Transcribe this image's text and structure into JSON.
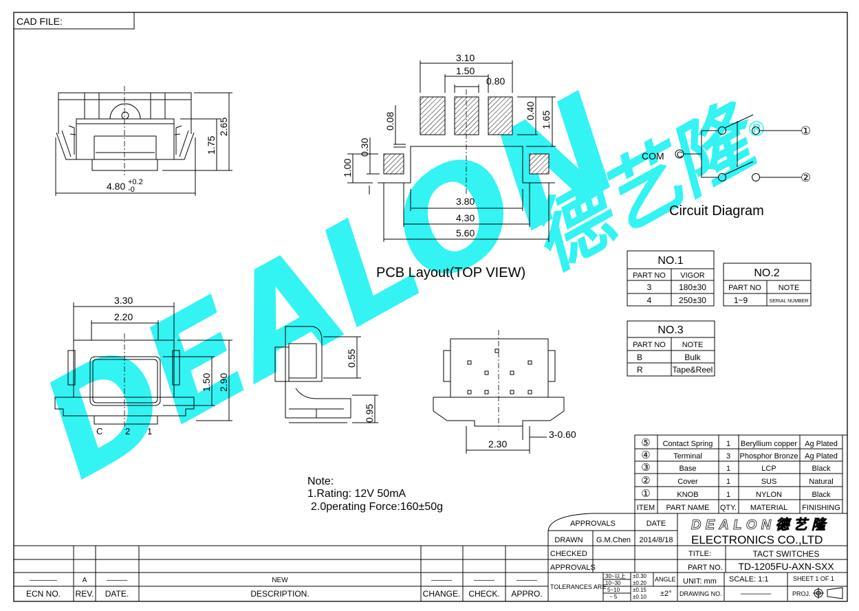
{
  "header": {
    "cad_file_label": "CAD FILE:"
  },
  "watermark": {
    "brand": "DEALON",
    "chinese": "德艺隆",
    "registered": "®",
    "color": "#33f3f3"
  },
  "side_view": {
    "dim_width": "4.80",
    "tol_plus": "+0.2",
    "tol_minus": "-0",
    "dim_height_total": "2.65",
    "dim_height_body": "1.75"
  },
  "pcb_layout": {
    "title": "PCB Layout(TOP VIEW)",
    "dims": {
      "d310": "3.10",
      "d150": "1.50",
      "d080": "0.80",
      "d040": "0.40",
      "d165": "1.65",
      "d008": "0.08",
      "d030": "0.30",
      "d100": "1.00",
      "d380": "3.80",
      "d430": "4.30",
      "d560": "5.60"
    }
  },
  "circuit": {
    "com_label": "COM",
    "com_symbol": "C",
    "terminal_1": "①",
    "terminal_2": "②",
    "title": "Circuit Diagram"
  },
  "front_view": {
    "dim_330": "3.30",
    "dim_220": "2.20",
    "dim_150": "1.50",
    "dim_290": "2.90",
    "pin_c": "C",
    "pin_2": "2",
    "pin_1": "1"
  },
  "middle_view": {
    "dim_055": "0.55",
    "dim_095": "0.95"
  },
  "right_view": {
    "dim_230": "2.30",
    "dim_pins": "3-0.60"
  },
  "note": {
    "title": "Note:",
    "line1": "1.Rating:  12V  50mA",
    "line2": "2.0perating Force:160±50g"
  },
  "table_no1": {
    "title": "NO.1",
    "headers": [
      "PART NO",
      "VIGOR"
    ],
    "rows": [
      [
        "3",
        "180±30"
      ],
      [
        "4",
        "250±30"
      ]
    ]
  },
  "table_no2": {
    "title": "NO.2",
    "headers": [
      "PART NO",
      "NOTE"
    ],
    "rows": [
      [
        "1~9",
        "SERIAL NUMBER"
      ]
    ]
  },
  "table_no3": {
    "title": "NO.3",
    "headers": [
      "PART NO",
      "NOTE"
    ],
    "rows": [
      [
        "B",
        "Bulk"
      ],
      [
        "R",
        "Tape&Reel"
      ]
    ]
  },
  "parts": {
    "headers": [
      "ITEM",
      "PART NAME",
      "QTY.",
      "MATERIAL",
      "FINISHING"
    ],
    "rows": [
      [
        "⑤",
        "Contact Spring",
        "1",
        "Beryllium copper",
        "Ag Plated"
      ],
      [
        "④",
        "Terminal",
        "3",
        "Phosphor Bronze",
        "Ag Plated"
      ],
      [
        "③",
        "Base",
        "1",
        "LCP",
        "Black"
      ],
      [
        "②",
        "Cover",
        "1",
        "SUS",
        "Natural"
      ],
      [
        "①",
        "KNOB",
        "1",
        "NYLON",
        "Black"
      ]
    ]
  },
  "title_block": {
    "approvals": "APPROVALS",
    "date": "DATE",
    "drawn": "DRAWN",
    "drawn_by": "G.M.Chen",
    "drawn_date": "2014/8/18",
    "checked": "CHECKED",
    "approvals2": "APPROVALS",
    "company_logo": "DEALON德艺隆®",
    "company": "ELECTRONICS  CO.,LTD",
    "title_label": "TITLE:",
    "title": "TACT  SWITCHES",
    "part_no_label": "PART  NO.",
    "part_no": "TD-1205FU-AXN-SXX",
    "tolerances_label": "TOLERANCES  ARE",
    "tolerances": [
      [
        "30~以上",
        "±0.30"
      ],
      [
        "10~30",
        "±0.20"
      ],
      [
        "5~10",
        "±0.15"
      ],
      [
        "~ 5",
        "±0.10"
      ]
    ],
    "angle_label": "ANGLE",
    "angle_value": "±2°",
    "unit": "UNIT:  mm",
    "drawing_no_label": "DRAWING  NO.",
    "drawing_no": "————",
    "scale": "SCALE:   1:1",
    "sheet": "SHEET   1  OF  1",
    "proj": "PROJ."
  },
  "revision": {
    "headers": [
      "ECN  NO.",
      "REV.",
      "DATE.",
      "DESCRIPTION.",
      "CHANGE.",
      "CHECK.",
      "APPRO."
    ],
    "row": [
      "————",
      "A",
      "———",
      "NEW",
      "———",
      "———",
      "———"
    ]
  }
}
